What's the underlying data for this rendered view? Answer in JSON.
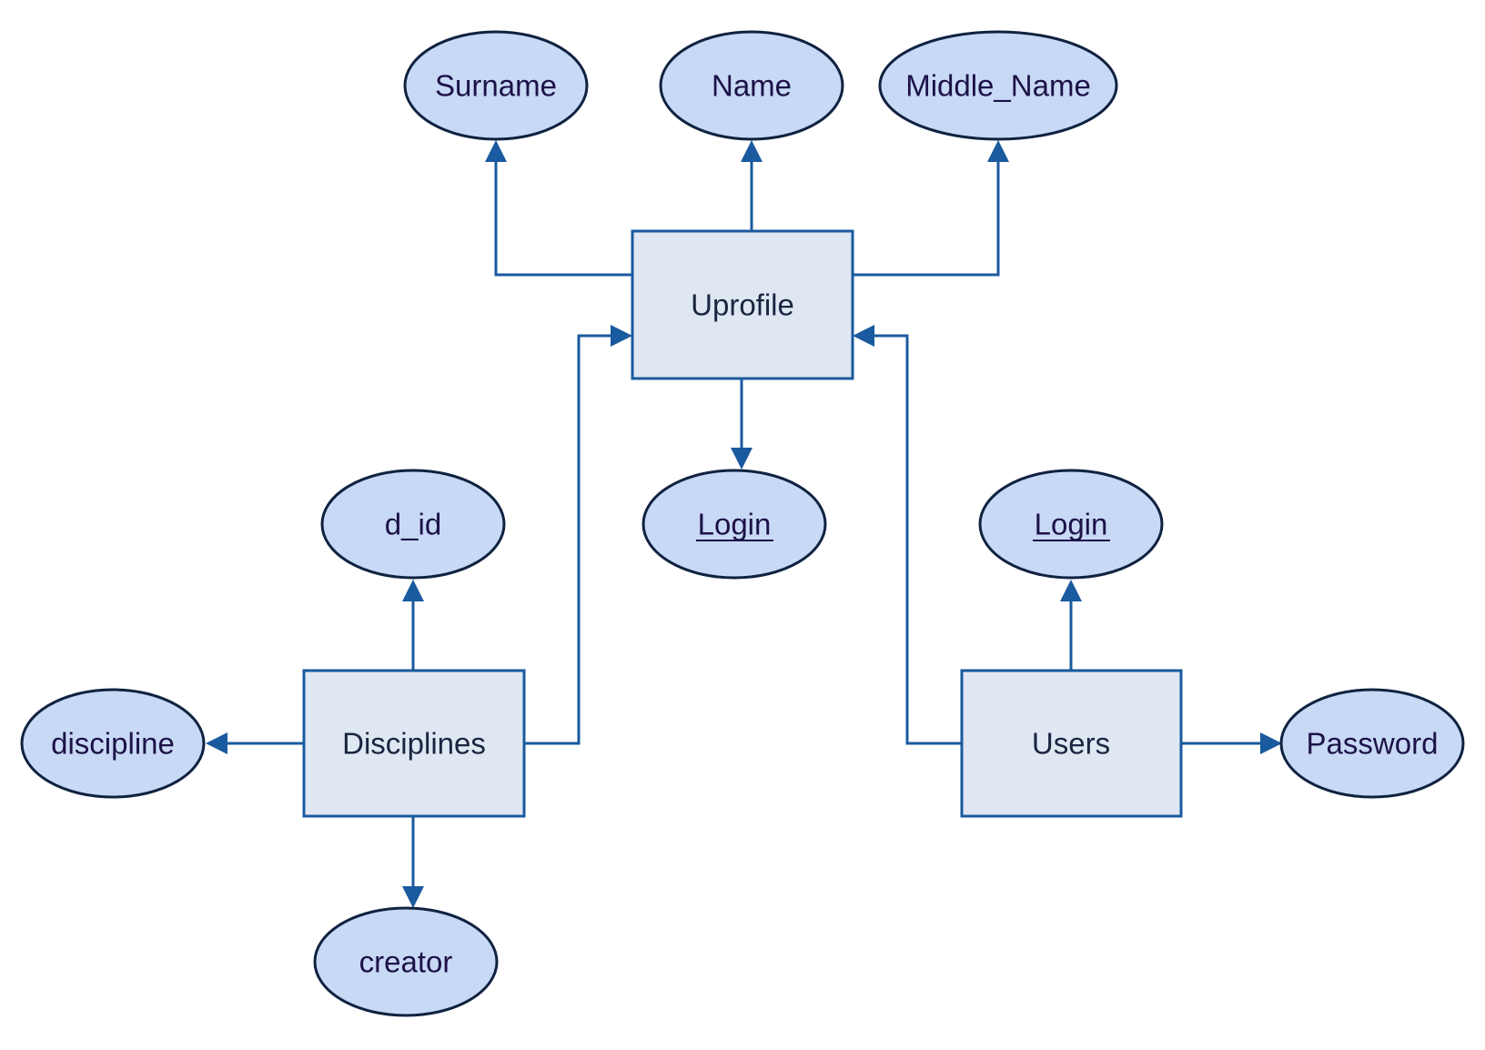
{
  "colors": {
    "entity_fill": "#dfe7f3",
    "entity_stroke": "#1a5a9e",
    "attribute_fill": "#c8d9f5",
    "attribute_stroke": "#0f2240",
    "connector": "#1a5a9e",
    "text": "#1c1248"
  },
  "entities": {
    "uprofile": "Uprofile",
    "disciplines": "Disciplines",
    "users": "Users"
  },
  "attributes": {
    "surname": "Surname",
    "name": "Name",
    "middle_name": "Middle_Name",
    "uprofile_login": "Login",
    "d_id": "d_id",
    "discipline": "discipline",
    "creator": "creator",
    "users_login": "Login",
    "password": "Password"
  }
}
